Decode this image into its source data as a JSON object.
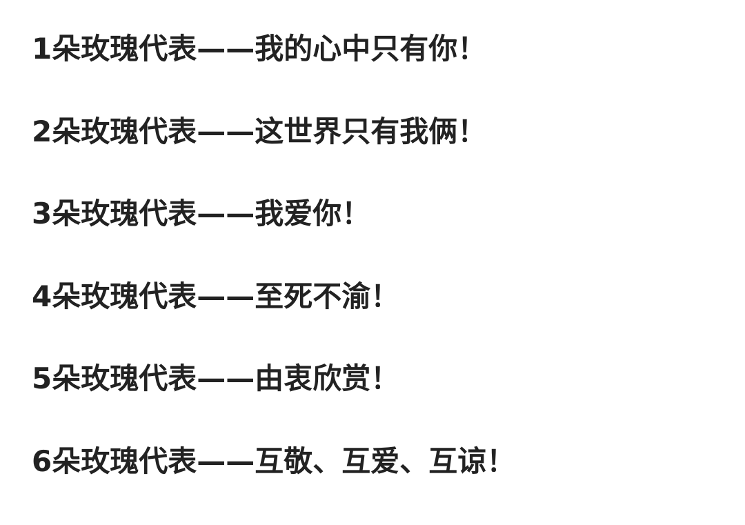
{
  "lines": [
    {
      "text": "1朵玫瑰代表——我的心中只有你！"
    },
    {
      "text": "2朵玫瑰代表——这世界只有我俩！"
    },
    {
      "text": "3朵玫瑰代表——我爱你！"
    },
    {
      "text": "4朵玫瑰代表——至死不渝！"
    },
    {
      "text": "5朵玫瑰代表——由衷欣赏！"
    },
    {
      "text": "6朵玫瑰代表——互敬、互爱、互谅！"
    }
  ]
}
